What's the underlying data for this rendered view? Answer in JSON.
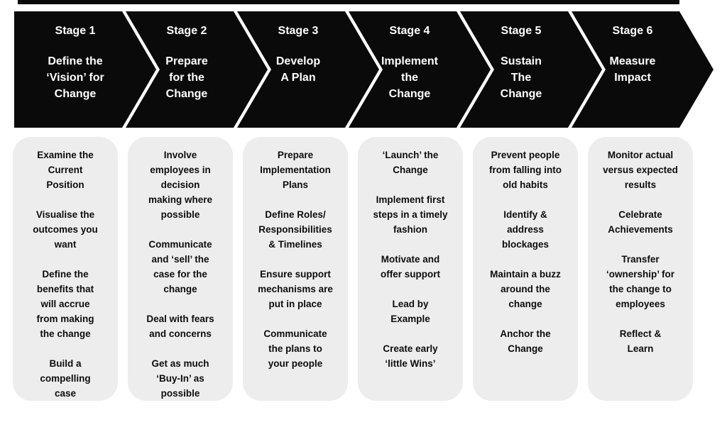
{
  "colors": {
    "arrow_background": "#0a0a0a",
    "arrow_text": "#ffffff",
    "box_background": "#ededed",
    "box_text": "#0d0d0d",
    "page_background": "#ffffff"
  },
  "stages": [
    {
      "label": "Stage 1",
      "title": "Define the\n‘Vision’ for\nChange",
      "details": [
        "Examine the\nCurrent\nPosition",
        "Visualise the\noutcomes you\nwant",
        "Define the\nbenefits that\nwill accrue\nfrom making\nthe change",
        "Build a\ncompelling\ncase"
      ]
    },
    {
      "label": "Stage 2",
      "title": "Prepare\nfor the\nChange",
      "details": [
        "Involve\nemployees in\ndecision\nmaking where\npossible",
        "Communicate\nand ‘sell’ the\ncase for the\nchange",
        "Deal with fears\nand concerns",
        "Get as much\n‘Buy-In’ as\npossible"
      ]
    },
    {
      "label": "Stage 3",
      "title": "Develop\nA Plan",
      "details": [
        "Prepare\nImplementation\nPlans",
        "Define Roles/\nResponsibilities\n& Timelines",
        "Ensure support\nmechanisms are\nput in place",
        "Communicate\nthe plans to\nyour people"
      ]
    },
    {
      "label": "Stage 4",
      "title": "Implement\nthe\nChange",
      "details": [
        "‘Launch’ the\nChange",
        "Implement first\nsteps in a timely\nfashion",
        "Motivate and\noffer support",
        "Lead by\nExample",
        "Create early\n‘little Wins’"
      ]
    },
    {
      "label": "Stage 5",
      "title": "Sustain\nThe\nChange",
      "details": [
        "Prevent people\nfrom falling into\nold habits",
        "Identify &\naddress\nblockages",
        "Maintain a buzz\naround the\nchange",
        "Anchor the\nChange"
      ]
    },
    {
      "label": "Stage 6",
      "title": "Measure\nImpact",
      "details": [
        "Monitor actual\nversus expected\nresults",
        "Celebrate\nAchievements",
        "Transfer\n‘ownership’ for\nthe change to\nemployees",
        "Reflect &\nLearn"
      ]
    }
  ]
}
